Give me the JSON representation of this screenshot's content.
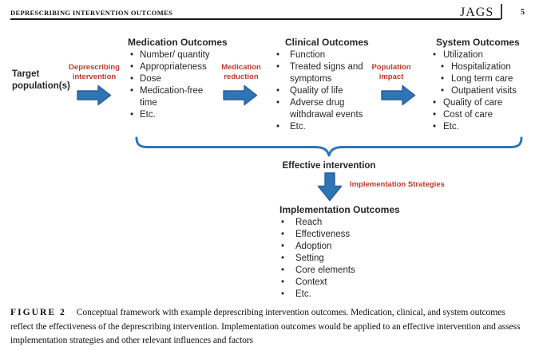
{
  "header": {
    "running_title": "DEPRESCRIBING INTERVENTION OUTCOMES",
    "journal_logo": "JAGS",
    "page_number": "5"
  },
  "diagram": {
    "target_population": {
      "line1": "Target",
      "line2": "population(s)"
    },
    "flow_labels": {
      "deprescribing": {
        "line1": "Deprescribing",
        "line2": "intervention"
      },
      "medication_reduction": {
        "line1": "Medication",
        "line2": "reduction"
      },
      "population_impact": {
        "line1": "Population",
        "line2": "impact"
      },
      "implementation_strategies": "Implementation Strategies"
    },
    "medication_outcomes": {
      "title": "Medication Outcomes",
      "items": [
        "Number/ quantity",
        "Appropriateness",
        "Dose",
        "Medication-free time",
        "Etc."
      ]
    },
    "clinical_outcomes": {
      "title": "Clinical Outcomes",
      "items": [
        "Function",
        "Treated signs and symptoms",
        "Quality of life",
        "Adverse drug withdrawal events",
        "Etc."
      ]
    },
    "system_outcomes": {
      "title": "System Outcomes",
      "items": [
        "Utilization",
        "Hospitalization",
        "Long term care",
        "Outpatient visits",
        "Quality of care",
        "Cost of care",
        "Etc."
      ]
    },
    "effective_intervention": "Effective intervention",
    "implementation_outcomes": {
      "title": "Implementation Outcomes",
      "items": [
        "Reach",
        "Effectiveness",
        "Adoption",
        "Setting",
        "Core elements",
        "Context",
        "Etc."
      ]
    }
  },
  "caption": {
    "label": "FIGURE 2",
    "lines": [
      "Conceptual framework with example deprescribing intervention outcomes. Medication, clinical, and system outcomes",
      "reflect the effectiveness of the deprescribing intervention. Implementation outcomes would be applied to an effective intervention and assess",
      "implementation strategies and other relevant influences and factors"
    ]
  },
  "colors": {
    "arrow_blue": "#2e75b6",
    "arrow_border": "#2b5d9e",
    "accent_red": "#c13a2c"
  }
}
